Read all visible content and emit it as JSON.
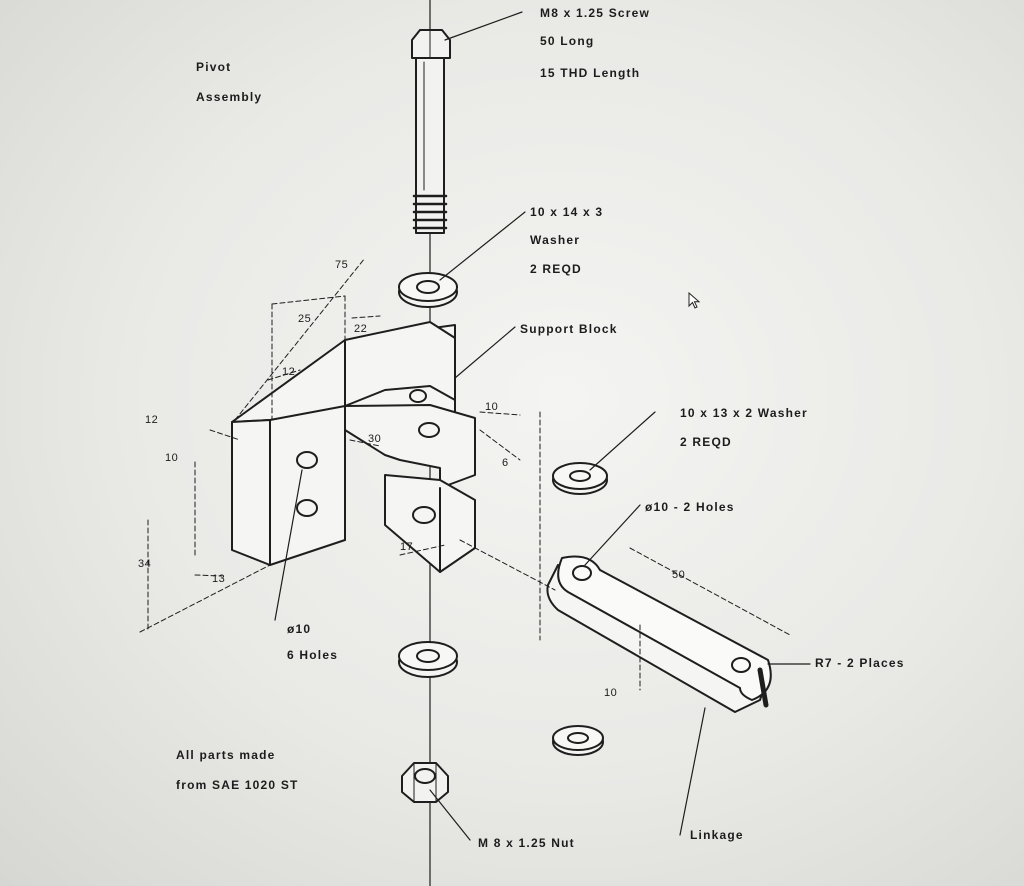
{
  "title": {
    "line1": "Pivot",
    "line2": "Assembly"
  },
  "screw": {
    "line1": "M8 x 1.25  Screw",
    "line2": "50  Long",
    "line3": "15  THD  Length"
  },
  "washer_top": {
    "line1": "10 x 14 x 3",
    "line2": "Washer",
    "line3": "2  REQD"
  },
  "support_block": "Support  Block",
  "washer_mid": {
    "line1": "10 x 13 x 2  Washer",
    "line2": "2  REQD"
  },
  "holes_linkage": "ø10 - 2  Holes",
  "holes_block": {
    "line1": "ø10",
    "line2": "6  Holes"
  },
  "radius": "R7 - 2  Places",
  "nut": "M 8 x 1.25  Nut",
  "linkage": "Linkage",
  "material": {
    "line1": "All  parts  made",
    "line2": "from  SAE  1020  ST"
  },
  "dimensions": {
    "d75": "75",
    "d25": "25",
    "d22": "22",
    "d12a": "12",
    "d12b": "12",
    "d10a": "10",
    "d10b": "10",
    "d30": "30",
    "d6": "6",
    "d17": "17",
    "d34": "34",
    "d13": "13",
    "d50": "50",
    "d10c": "10"
  }
}
